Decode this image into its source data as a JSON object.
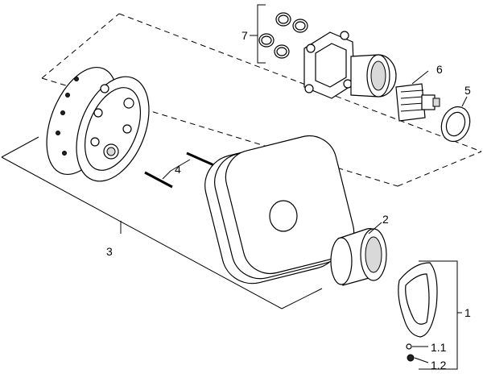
{
  "diagram": {
    "callouts": [
      {
        "id": "label-7",
        "text": "7"
      },
      {
        "id": "label-6",
        "text": "6"
      },
      {
        "id": "label-5",
        "text": "5"
      },
      {
        "id": "label-4",
        "text": "4"
      },
      {
        "id": "label-3",
        "text": "3"
      },
      {
        "id": "label-2",
        "text": "2"
      },
      {
        "id": "label-1",
        "text": "1"
      },
      {
        "id": "label-1-1",
        "text": "1.1"
      },
      {
        "id": "label-1-2",
        "text": "1.2"
      }
    ]
  }
}
